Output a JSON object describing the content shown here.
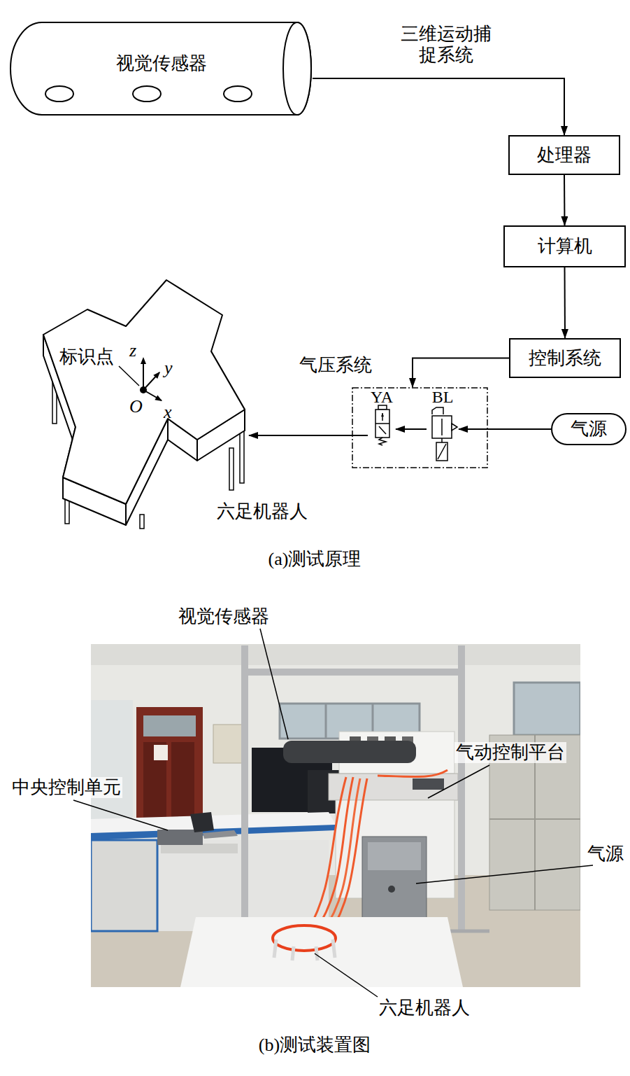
{
  "diagram": {
    "nodes": [
      {
        "text": [
          "视觉传感器"
        ]
      },
      {
        "text": [
          "处理器"
        ]
      },
      {
        "text": [
          "计算机"
        ]
      },
      {
        "text": [
          "控制系统"
        ]
      },
      {
        "text": [
          "气压系统"
        ]
      },
      {
        "text": [
          "YA"
        ],
        "in": 4
      },
      {
        "text": [
          "BL"
        ],
        "in": 4
      },
      {
        "text": [
          "气源"
        ]
      },
      {
        "text": [
          "六足机器人"
        ]
      }
    ],
    "edges": [
      {
        "from": 0,
        "to": 1,
        "arrow": "to",
        "label": "三维运动捕捉系统"
      },
      {
        "from": 1,
        "to": 2,
        "arrow": "to"
      },
      {
        "from": 2,
        "to": 3,
        "arrow": "to"
      },
      {
        "from": 3,
        "to": 4,
        "arrow": "to"
      },
      {
        "from": 7,
        "to": 6,
        "arrow": "to"
      },
      {
        "from": 6,
        "to": 5,
        "arrow": "to"
      },
      {
        "from": 5,
        "to": 8,
        "arrow": "to"
      }
    ],
    "labels": [
      "标识点",
      "z",
      "y",
      "O",
      "x",
      "(a)测试原理",
      "视觉传感器",
      "中央控制单元",
      "气动控制平台",
      "气源",
      "六足机器人",
      "(b)测试装置图"
    ]
  }
}
